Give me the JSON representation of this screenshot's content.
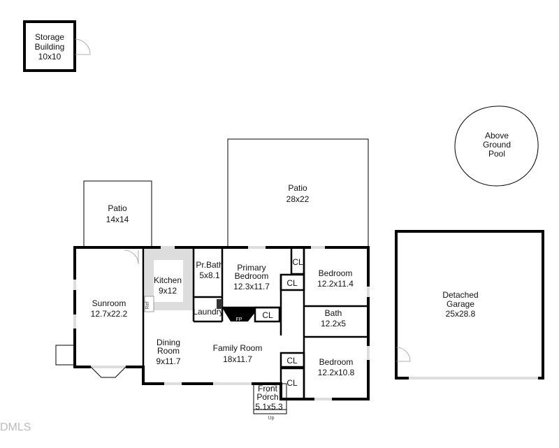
{
  "rooms": {
    "storage": {
      "name": "Storage\nBuilding",
      "line1": "Storage",
      "line2": "Building",
      "dims": "10x10"
    },
    "pool": {
      "line1": "Above",
      "line2": "Ground",
      "line3": "Pool"
    },
    "patio_small": {
      "name": "Patio",
      "dims": "14x14"
    },
    "patio_large": {
      "name": "Patio",
      "dims": "28x22"
    },
    "garage": {
      "line1": "Detached",
      "line2": "Garage",
      "dims": "25x28.8"
    },
    "sunroom": {
      "name": "Sunroom",
      "dims": "12.7x22.2"
    },
    "kitchen": {
      "name": "Kitchen",
      "dims": "9x12"
    },
    "ref": {
      "name": "Ref"
    },
    "pr_bath": {
      "name": "Pr.Bath",
      "dims": "5x8.1"
    },
    "primary_bedroom": {
      "line1": "Primary",
      "line2": "Bedroom",
      "dims": "12.3x11.7"
    },
    "laundry": {
      "name": "Laundry"
    },
    "fireplace": {
      "name": "FP"
    },
    "closets": [
      "CL",
      "CL",
      "CL",
      "CL",
      "CL"
    ],
    "bedroom_top": {
      "name": "Bedroom",
      "dims": "12.2x11.4"
    },
    "bath": {
      "name": "Bath",
      "dims": "12.2x5"
    },
    "bedroom_bottom": {
      "name": "Bedroom",
      "dims": "12.2x10.8"
    },
    "dining": {
      "line1": "Dining",
      "line2": "Room",
      "dims": "9x11.7"
    },
    "family": {
      "name": "Family Room",
      "dims": "18x11.7"
    },
    "porch": {
      "line1": "Front",
      "line2": "Porch",
      "dims": "5.1x5.3",
      "stairs": "Up"
    }
  },
  "watermark": "DMLS"
}
